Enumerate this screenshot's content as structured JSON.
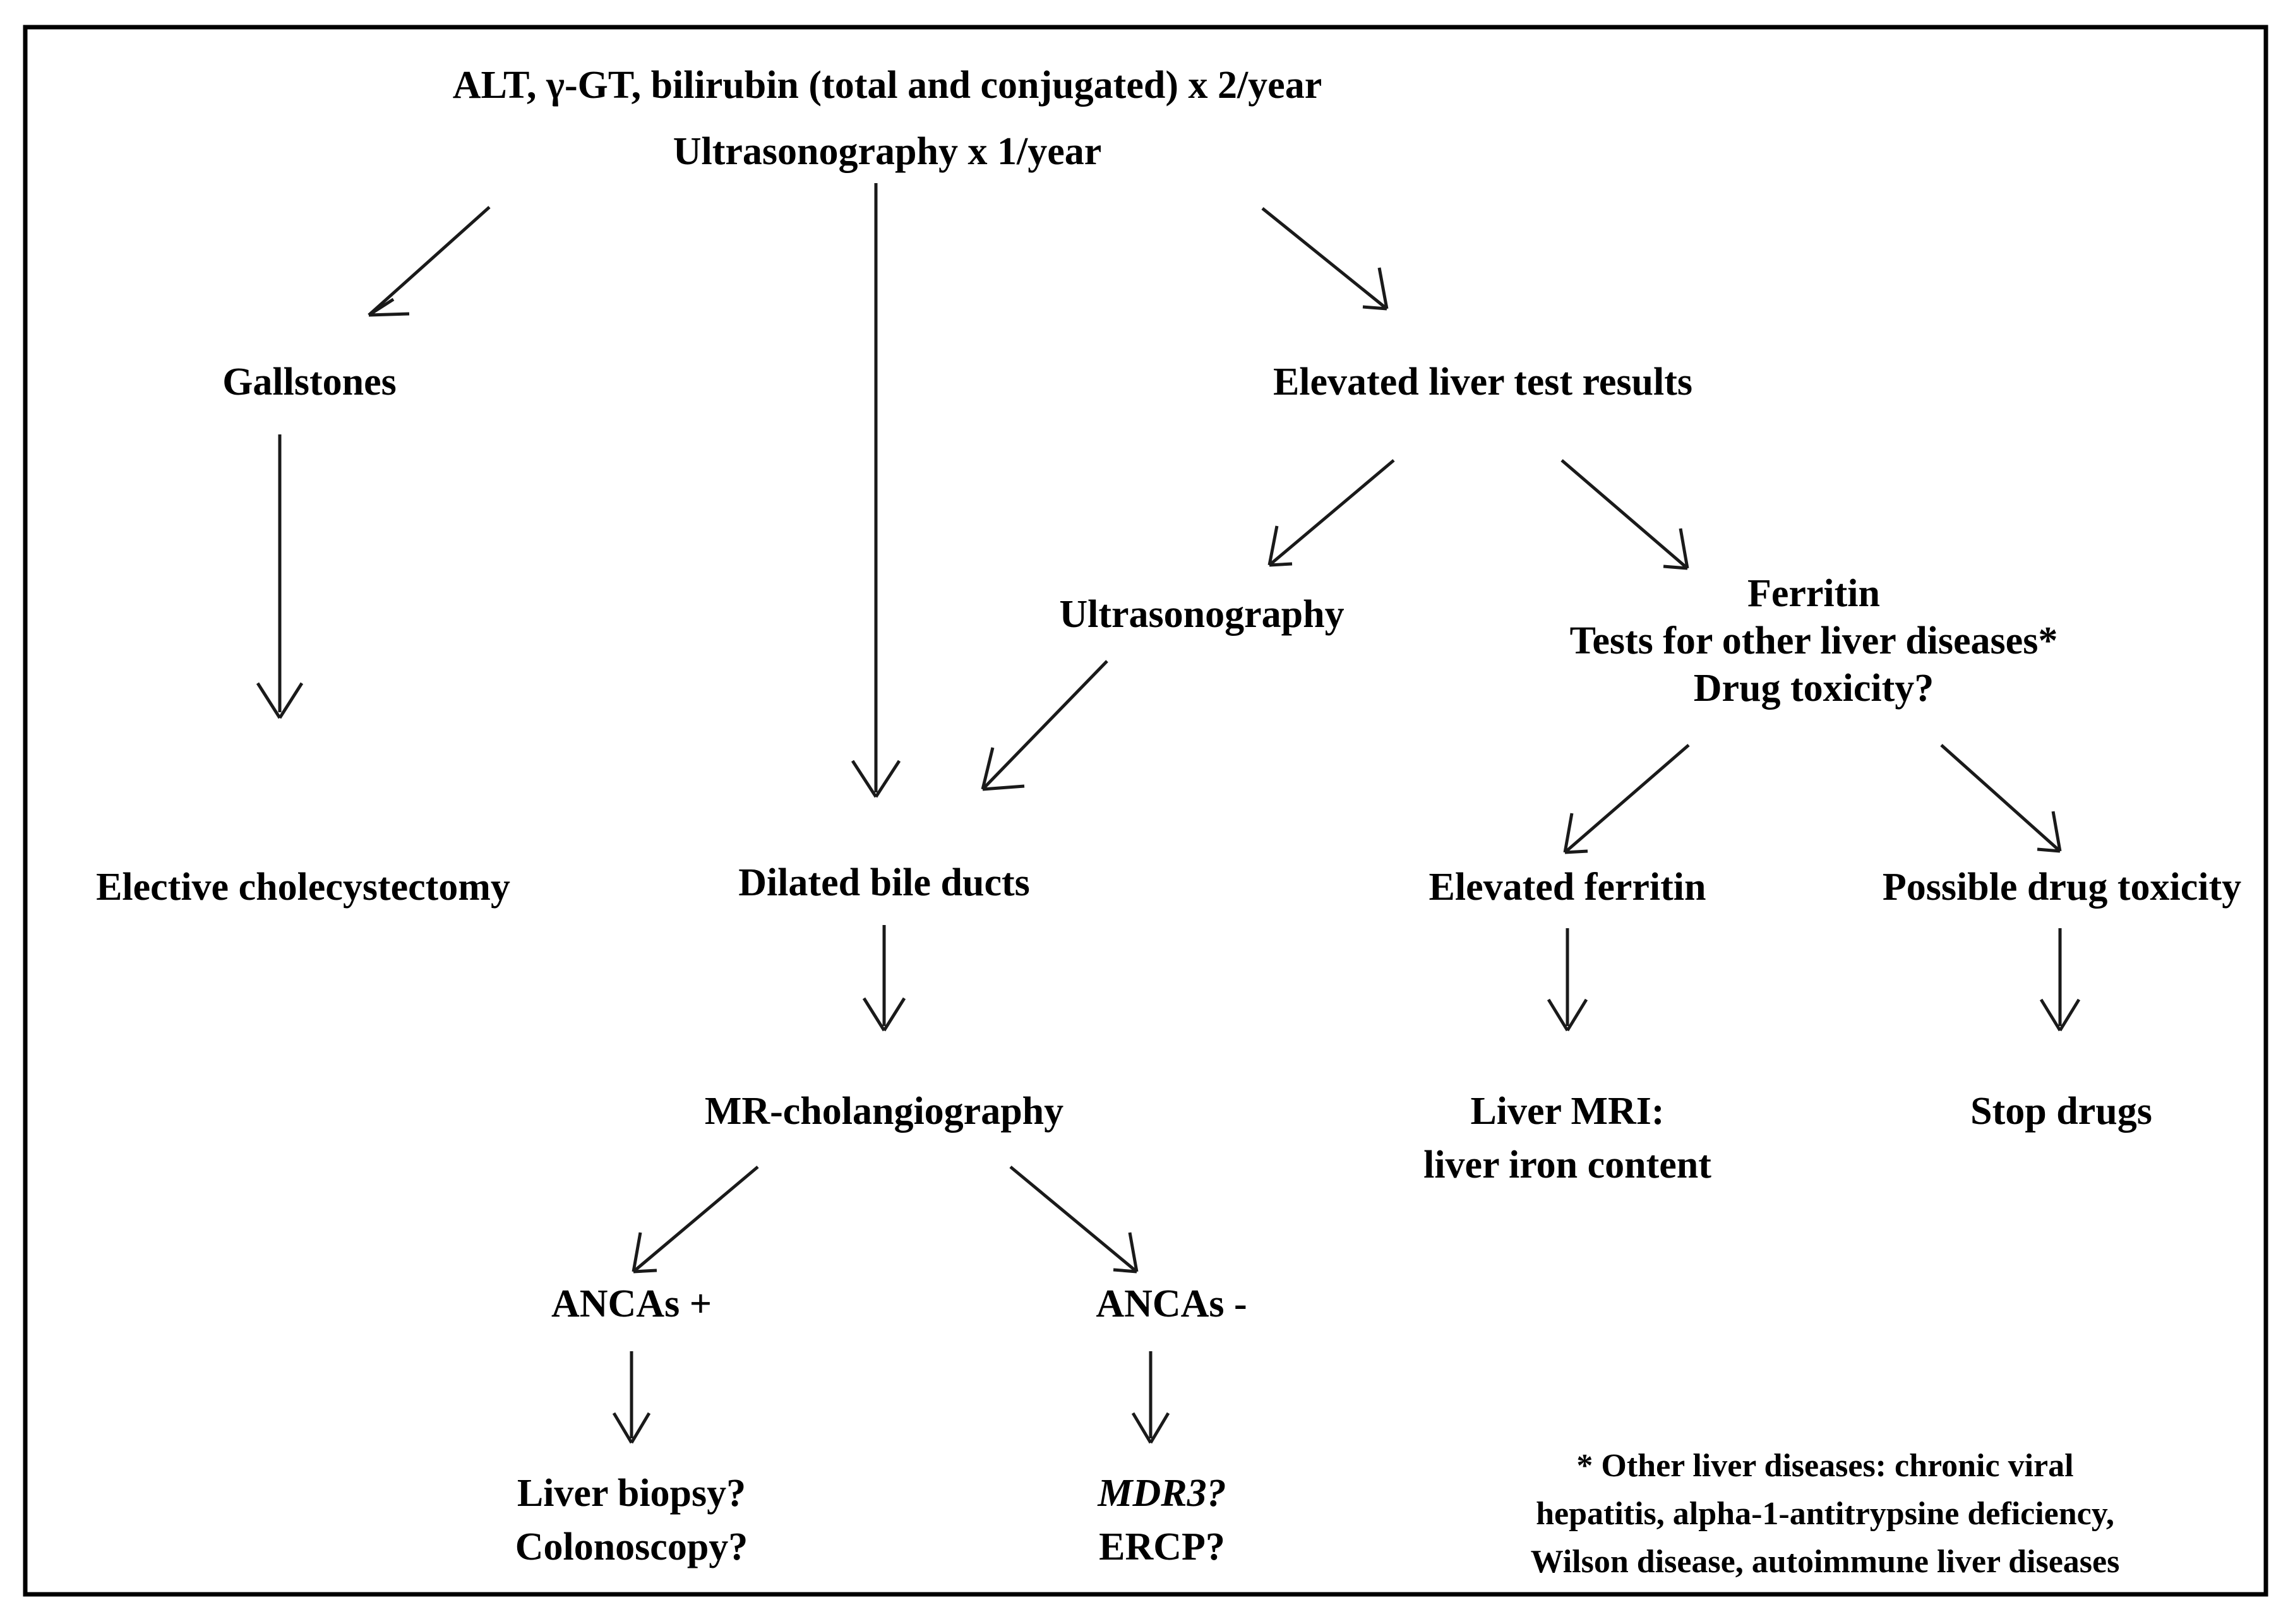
{
  "figure": {
    "type": "clinical-decision-flowchart",
    "background_color": "#ffffff",
    "border_color": "#000000",
    "text_color": "#000000",
    "arrow_color": "#1a1a1a"
  },
  "nodes": {
    "root": {
      "id": "root",
      "lines": [
        "ALT, γ-GT, bilirubin (total and conjugated) x 2/year",
        "Ultrasonography x 1/year"
      ]
    },
    "gallstones": {
      "id": "gallstones",
      "lines": [
        "Gallstones"
      ]
    },
    "elevated_liver_tests": {
      "id": "elevated-liver-test-results",
      "lines": [
        "Elevated liver test results"
      ]
    },
    "elective_cholecystectomy": {
      "id": "elective-cholecystectomy",
      "lines": [
        "Elective cholecystectomy"
      ]
    },
    "ultrasonography": {
      "id": "ultrasonography",
      "lines": [
        "Ultrasonography"
      ]
    },
    "ferritin_panel": {
      "id": "ferritin-panel",
      "lines": [
        "Ferritin",
        "Tests for other liver diseases*",
        "Drug toxicity?"
      ]
    },
    "dilated_bile_ducts": {
      "id": "dilated-bile-ducts",
      "lines": [
        "Dilated bile ducts"
      ]
    },
    "elevated_ferritin": {
      "id": "elevated-ferritin",
      "lines": [
        "Elevated ferritin"
      ]
    },
    "possible_drug_toxicity": {
      "id": "possible-drug-toxicity",
      "lines": [
        "Possible drug toxicity"
      ]
    },
    "mr_cholangiography": {
      "id": "mr-cholangiography",
      "lines": [
        "MR-cholangiography"
      ]
    },
    "liver_mri": {
      "id": "liver-mri",
      "lines": [
        "Liver MRI:",
        "liver iron content"
      ]
    },
    "stop_drugs": {
      "id": "stop-drugs",
      "lines": [
        "Stop drugs"
      ]
    },
    "ancas_positive": {
      "id": "ancas-positive",
      "lines": [
        "ANCAs +"
      ]
    },
    "ancas_negative": {
      "id": "ancas-negative",
      "lines": [
        "ANCAs -"
      ]
    },
    "liver_biopsy_colonoscopy": {
      "id": "liver-biopsy-colonoscopy",
      "lines": [
        "Liver biopsy?",
        "Colonoscopy?"
      ]
    },
    "mdr3_ercp": {
      "id": "mdr3-ercp",
      "lines": [
        "MDR3?",
        "ERCP?"
      ],
      "italic_lines": [
        0
      ]
    }
  },
  "footnote": {
    "lines": [
      "* Other liver diseases: chronic viral",
      "hepatitis, alpha-1-antitrypsine deficiency,",
      "Wilson disease, autoimmune liver diseases"
    ]
  },
  "edges": [
    {
      "from": "root",
      "to": "gallstones",
      "style": "diagonal-down-left"
    },
    {
      "from": "root",
      "to": "dilated_bile_ducts",
      "style": "vertical"
    },
    {
      "from": "root",
      "to": "elevated_liver_tests",
      "style": "diagonal-down-right"
    },
    {
      "from": "gallstones",
      "to": "elective_cholecystectomy",
      "style": "vertical"
    },
    {
      "from": "elevated_liver_tests",
      "to": "ultrasonography",
      "style": "diagonal-down-left"
    },
    {
      "from": "elevated_liver_tests",
      "to": "ferritin_panel",
      "style": "diagonal-down-right"
    },
    {
      "from": "ultrasonography",
      "to": "dilated_bile_ducts",
      "style": "diagonal-down-left"
    },
    {
      "from": "ferritin_panel",
      "to": "elevated_ferritin",
      "style": "diagonal-down-left"
    },
    {
      "from": "ferritin_panel",
      "to": "possible_drug_toxicity",
      "style": "diagonal-down-right"
    },
    {
      "from": "dilated_bile_ducts",
      "to": "mr_cholangiography",
      "style": "vertical"
    },
    {
      "from": "elevated_ferritin",
      "to": "liver_mri",
      "style": "vertical"
    },
    {
      "from": "possible_drug_toxicity",
      "to": "stop_drugs",
      "style": "vertical"
    },
    {
      "from": "mr_cholangiography",
      "to": "ancas_positive",
      "style": "diagonal-down-left"
    },
    {
      "from": "mr_cholangiography",
      "to": "ancas_negative",
      "style": "diagonal-down-right"
    },
    {
      "from": "ancas_positive",
      "to": "liver_biopsy_colonoscopy",
      "style": "vertical"
    },
    {
      "from": "ancas_negative",
      "to": "mdr3_ercp",
      "style": "vertical"
    }
  ]
}
